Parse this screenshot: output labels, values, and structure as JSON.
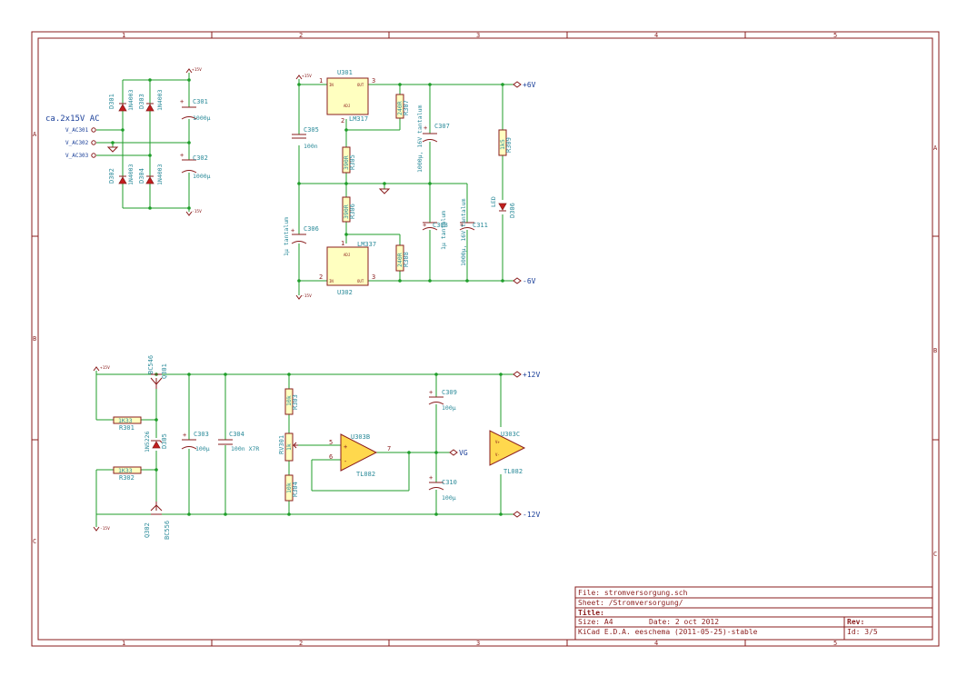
{
  "border": {
    "columns": [
      "1",
      "2",
      "3",
      "4",
      "5"
    ],
    "rows": [
      "A",
      "B",
      "C"
    ]
  },
  "note": "ca.2x15V AC",
  "connectors": [
    "V_AC301",
    "V_AC302",
    "V_AC303"
  ],
  "power": {
    "p15": "+15V",
    "m15": "-15V"
  },
  "diodes": [
    {
      "ref": "D301",
      "value": "1N4003"
    },
    {
      "ref": "D303",
      "value": "1N4003"
    },
    {
      "ref": "D302",
      "value": "1N4003"
    },
    {
      "ref": "D304",
      "value": "1N4003"
    }
  ],
  "caps": {
    "c301": {
      "ref": "C301",
      "value": "1000µ"
    },
    "c302": {
      "ref": "C302",
      "value": "1000µ"
    },
    "c305": {
      "ref": "C305",
      "value": "100n"
    },
    "c306": {
      "ref": "C306",
      "value": "1µ tantalum"
    },
    "c307": {
      "ref": "C307",
      "value": "1000µ, 16V tantalum"
    },
    "c308": {
      "ref": "C308",
      "value": "1µ tantalum"
    },
    "c311": {
      "ref": "C311",
      "value": "1000µ, 16V tantalum"
    },
    "c303": {
      "ref": "C303",
      "value": "100µ"
    },
    "c304": {
      "ref": "C304",
      "value": "100n X7R"
    },
    "c309": {
      "ref": "C309",
      "value": "100µ"
    },
    "c310": {
      "ref": "C310",
      "value": "100µ"
    }
  },
  "regulators": {
    "u301": {
      "ref": "U301",
      "value": "LM317",
      "pin_in": "IN",
      "pin_out": "OUT",
      "pin_adj": "ADJ",
      "n_in": "1",
      "n_out": "3",
      "n_adj": "2"
    },
    "u302": {
      "ref": "U302",
      "value": "LM337",
      "pin_in": "IN",
      "pin_out": "OUT",
      "pin_adj": "ADJ",
      "n_in": "2",
      "n_out": "3",
      "n_adj": "1"
    }
  },
  "resistors": {
    "r307": {
      "ref": "R307",
      "value": "240R"
    },
    "r305": {
      "ref": "R305",
      "value": "390R"
    },
    "r306": {
      "ref": "R306",
      "value": "390R"
    },
    "r308": {
      "ref": "R308",
      "value": "240R"
    },
    "r309": {
      "ref": "R309",
      "value": "1k5"
    },
    "r301": {
      "ref": "R301",
      "value": "1K33"
    },
    "r302": {
      "ref": "R302",
      "value": "1K33"
    },
    "r303": {
      "ref": "R303",
      "value": "10k"
    },
    "r304": {
      "ref": "R304",
      "value": "10k"
    }
  },
  "led": {
    "ref": "D306",
    "value": "LED"
  },
  "rails": {
    "p6": "+6V",
    "m6": "-6V",
    "p12": "+12V",
    "m12": "-12V",
    "vg": "VG"
  },
  "transistors": {
    "q301": {
      "ref": "Q301",
      "value": "BC546"
    },
    "q302": {
      "ref": "Q302",
      "value": "BC556"
    }
  },
  "zener": {
    "ref": "D305",
    "value": "1N5226"
  },
  "pot": {
    "ref": "RV301",
    "value": "1k"
  },
  "opamps": {
    "u303b": {
      "ref": "U303B",
      "value": "TL082",
      "n_plus": "5",
      "n_minus": "6",
      "n_out": "7"
    },
    "u303c": {
      "ref": "U303C",
      "value": "TL082"
    }
  },
  "title_block": {
    "file": "File: stromversorgung.sch",
    "sheet": "Sheet: /Stromversorgung/",
    "title": "Title:",
    "size": "Size: A4",
    "date": "Date: 2 oct 2012",
    "rev": "Rev:",
    "tool": "KiCad E.D.A.  eeschema (2011-05-25)-stable",
    "id": "Id: 3/5"
  }
}
